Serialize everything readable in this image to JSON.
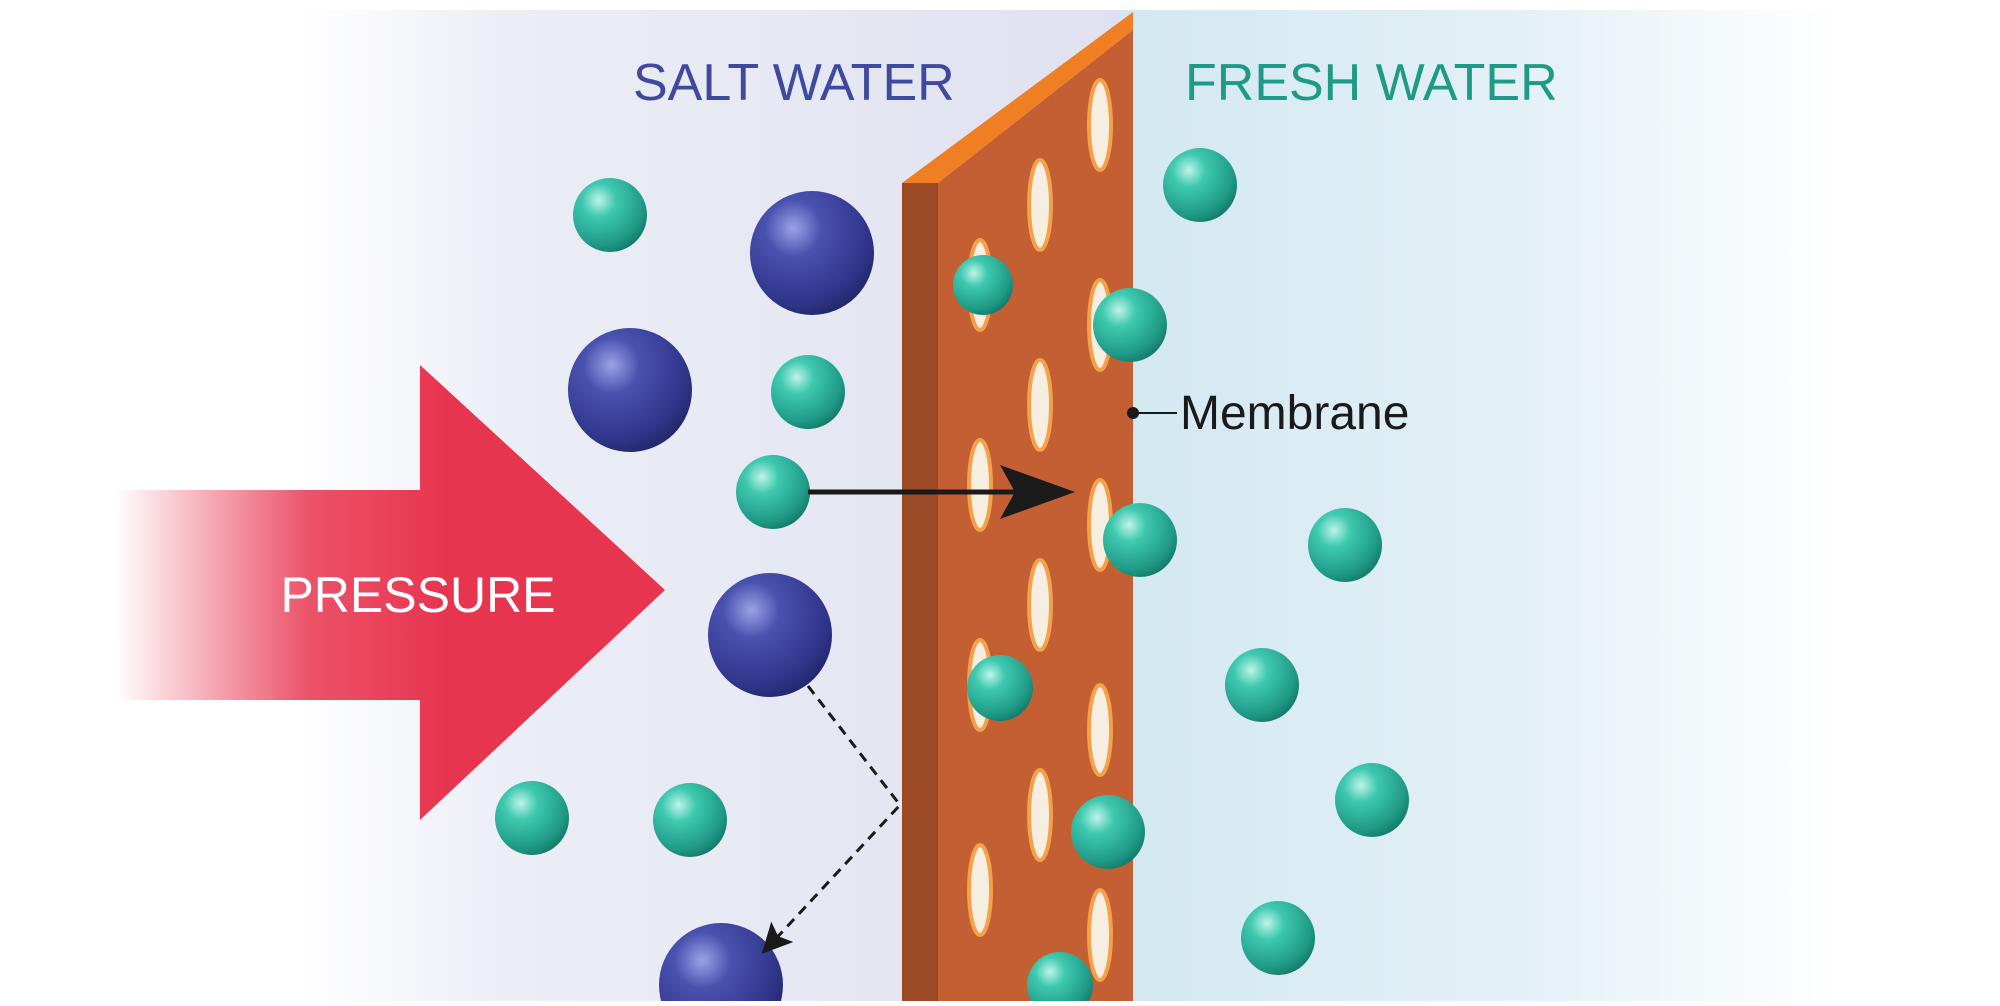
{
  "labels": {
    "salt_water": "SALT WATER",
    "fresh_water": "FRESH WATER",
    "membrane": "Membrane",
    "pressure": "PRESSURE"
  },
  "colors": {
    "salt_text": "#3f4a9e",
    "fresh_text": "#1f9a86",
    "pressure_arrow": "#e8354f",
    "membrane_face": "#c45f33",
    "membrane_side": "#9c4a25",
    "membrane_top": "#f07f24",
    "water_molecule": "#2fb7a1",
    "salt_ion": "#3b3f9b",
    "salt_zone_bg": "#e2e4f1",
    "fresh_zone_bg": "#d7ebf3"
  },
  "legend_items": {
    "water_molecule_icon": "teal-sphere",
    "salt_ion_icon": "navy-sphere"
  }
}
